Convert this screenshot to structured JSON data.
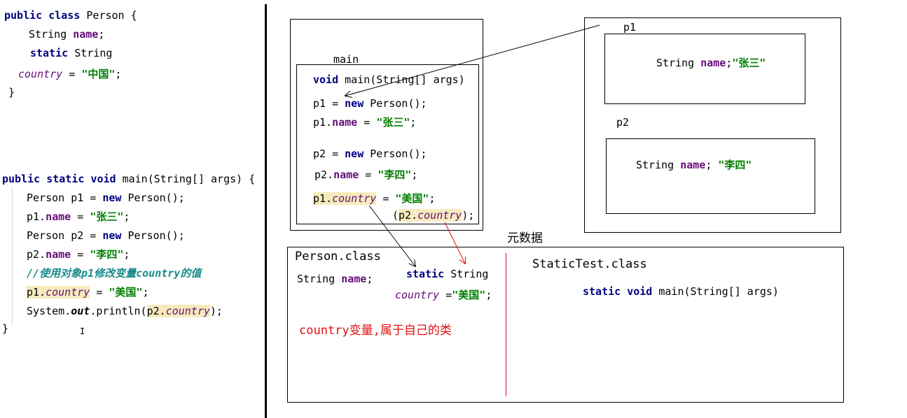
{
  "left_code": {
    "class_decl": {
      "kw": "public class",
      "name": " Person {"
    },
    "field1": {
      "type": "String ",
      "name": "name",
      "end": ";"
    },
    "field2": {
      "kw": "static",
      "type": " String"
    },
    "field3": {
      "name": "country",
      "eq": " = ",
      "val": "\"中国\"",
      "end": ";"
    },
    "close1": "}",
    "main_decl": {
      "kw": "public static void",
      "rest": " main(String[] args) {"
    },
    "m1": {
      "a": "Person p1 = ",
      "kw": "new",
      "b": " Person();"
    },
    "m2": {
      "a": "p1.",
      "f": "name",
      "b": " = ",
      "v": "\"张三\"",
      "c": ";"
    },
    "m3": {
      "a": "Person p2 = ",
      "kw": "new",
      "b": " Person();"
    },
    "m4": {
      "a": "p2.",
      "f": "name",
      "b": " = ",
      "v": "\"李四\"",
      "c": ";"
    },
    "comment": "//使用对象p1修改变量country的值",
    "m5": {
      "a": "p1.",
      "f": "country",
      "b": " = ",
      "v": "\"美国\"",
      "c": ";"
    },
    "m6": {
      "a": "System.",
      "o": "out",
      "b": ".println(",
      "h": "p2.",
      "f": "country",
      "c": ");"
    },
    "close2": "}",
    "cursor": "I"
  },
  "stack": {
    "label": "main",
    "l1": {
      "kw": "void",
      "rest": " main(String[] args)"
    },
    "l2": {
      "a": "p1 = ",
      "kw": "new",
      "b": " Person();"
    },
    "l3": {
      "a": "p1.",
      "f": "name",
      "b": " = ",
      "v": "\"张三\"",
      "c": ";"
    },
    "l4": {
      "a": "p2 = ",
      "kw": "new",
      "b": " Person();"
    },
    "l5": {
      "a": "p2.",
      "f": "name",
      "b": " = ",
      "v": "\"李四\"",
      "c": ";"
    },
    "l6": {
      "a": "p1.",
      "f": "country",
      "b": " = ",
      "v": "\"美国\"",
      "c": ";"
    },
    "l7": {
      "a": "(",
      "h": "p2.",
      "f": "country",
      "c": ");"
    }
  },
  "heap": {
    "p1_label": "p1",
    "p1_field": {
      "a": "String ",
      "f": "name",
      "b": ";",
      "v": "\"张三\""
    },
    "p2_label": "p2",
    "p2_field": {
      "a": "String ",
      "f": "name",
      "b": "; ",
      "v": "\"李四\""
    }
  },
  "metadata": {
    "label": "元数据",
    "person_class": "Person.class",
    "person_field": {
      "a": "String ",
      "f": "name",
      "b": ";"
    },
    "static_line": {
      "kw": "static",
      "rest": " String"
    },
    "country_line": {
      "f": "country",
      "b": " =",
      "v": "\"美国\"",
      "c": ";"
    },
    "note": "country变量,属于自己的类",
    "statictest_class": "StaticTest.class",
    "static_main": {
      "kw": "static void",
      "rest": " main(String[] args)"
    }
  },
  "colors": {
    "arrow_black": "#000000",
    "arrow_red": "#e01010",
    "divider": "#cc0066"
  }
}
